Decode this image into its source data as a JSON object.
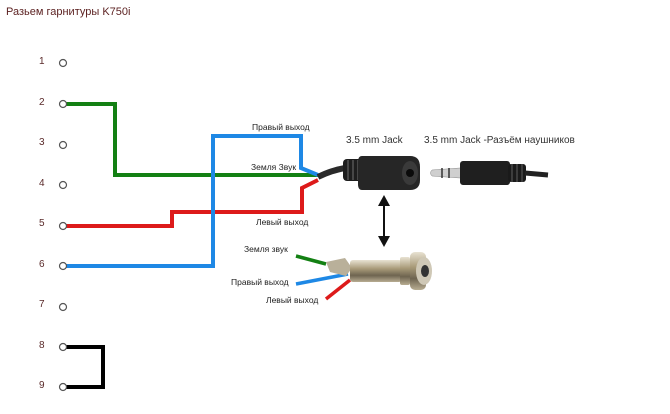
{
  "title": "Разьем гарнитуры K750i",
  "pins": [
    {
      "label": "1"
    },
    {
      "label": "2"
    },
    {
      "label": "3"
    },
    {
      "label": "4"
    },
    {
      "label": "5"
    },
    {
      "label": "6"
    },
    {
      "label": "7"
    },
    {
      "label": "8"
    },
    {
      "label": "9"
    }
  ],
  "wires": [
    {
      "name": "ground",
      "color": "#138013",
      "from_pin": "2"
    },
    {
      "name": "left",
      "color": "#dd1a1a",
      "from_pin": "5"
    },
    {
      "name": "right",
      "color": "#1e88e5",
      "from_pin": "6"
    },
    {
      "name": "jumper",
      "color": "#000000",
      "from_pin": "8",
      "to_pin": "9"
    }
  ],
  "labels": {
    "right_out_top": "Правый выход",
    "ground_top": "Земля Звук",
    "left_out_top": "Левый выход",
    "ground_socket": "Земля звук",
    "right_out_socket": "Правый выход",
    "left_out_socket": "Левый выход"
  },
  "jacks": {
    "female": "3.5 mm Jack",
    "male": "3.5 mm Jack -Разъём наушников"
  }
}
